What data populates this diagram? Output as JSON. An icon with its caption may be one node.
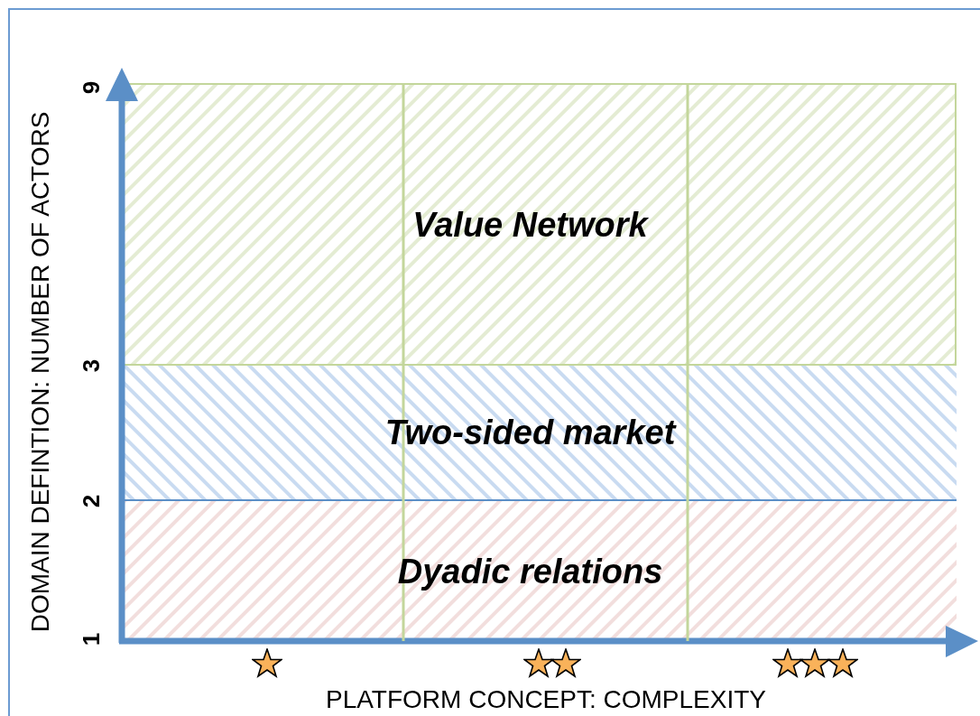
{
  "diagram": {
    "nodes": [
      {
        "text": [
          "Value Network"
        ]
      },
      {
        "text": [
          "Two-sided market"
        ]
      },
      {
        "text": [
          "Dyadic relations"
        ]
      }
    ],
    "edges": [],
    "labels": [
      "9",
      "3",
      "2",
      "1",
      "DOMAIN DEFINTION: NUMBER OF ACTORS",
      "PLATFORM CONCEPT: COMPLEXITY"
    ]
  }
}
